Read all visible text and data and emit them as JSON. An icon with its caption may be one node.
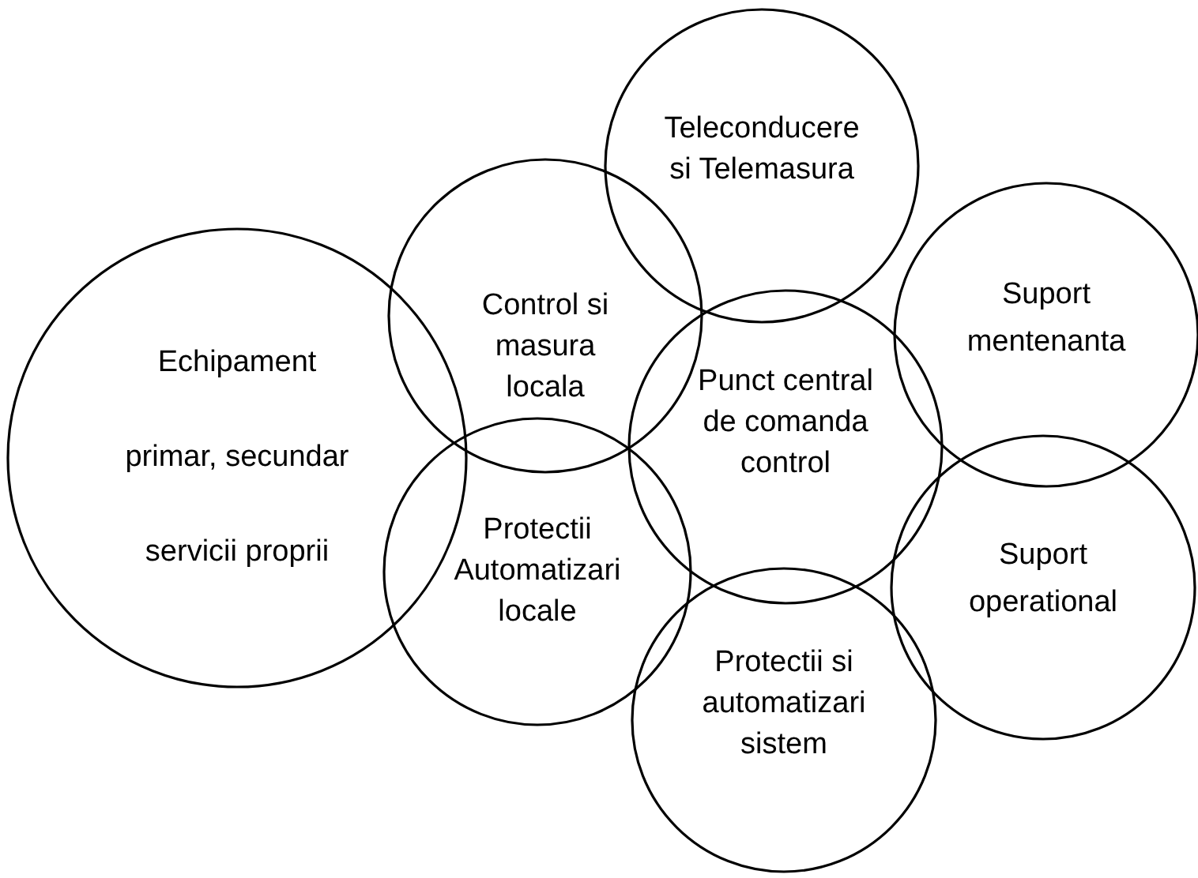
{
  "diagram": {
    "nodes": [
      {
        "text": [
          "Echipament primar, secundar servicii proprii"
        ]
      },
      {
        "text": [
          "Control si masura locala"
        ]
      },
      {
        "text": [
          "Teleconducere si Telemasura"
        ]
      },
      {
        "text": [
          "Suport mentenanta"
        ]
      },
      {
        "text": [
          "Punct central de comanda control"
        ]
      },
      {
        "text": [
          "Protectii Automatizari locale"
        ]
      },
      {
        "text": [
          "Suport operational"
        ]
      },
      {
        "text": [
          "Protectii si automatizari sistem"
        ]
      }
    ]
  }
}
